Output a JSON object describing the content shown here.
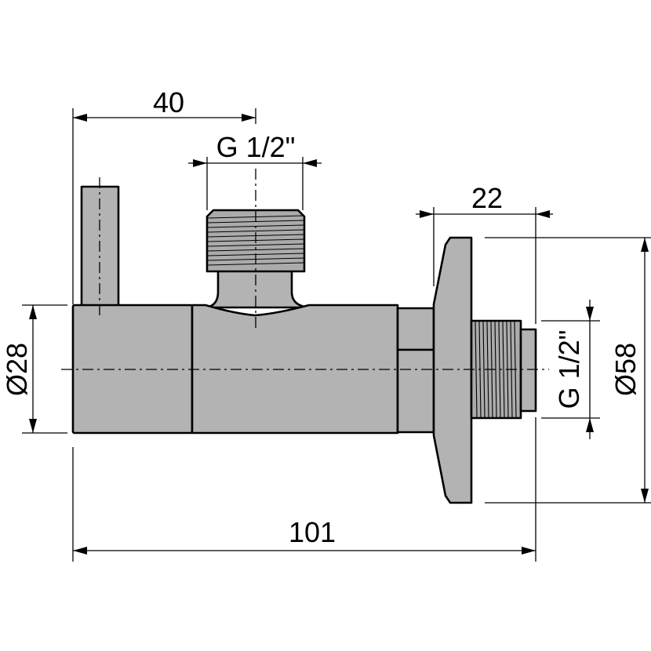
{
  "dimensions": {
    "length_pin_to_inlet": "40",
    "outlet_thread": "G 1/2\"",
    "body_diameter": "Ø28",
    "wall_connection_length": "22",
    "inlet_thread": "G 1/2\"",
    "rosette_diameter": "Ø58",
    "overall_length": "101"
  },
  "colors": {
    "metal": "#b3b3b3",
    "line": "#000000",
    "background": "#ffffff"
  }
}
